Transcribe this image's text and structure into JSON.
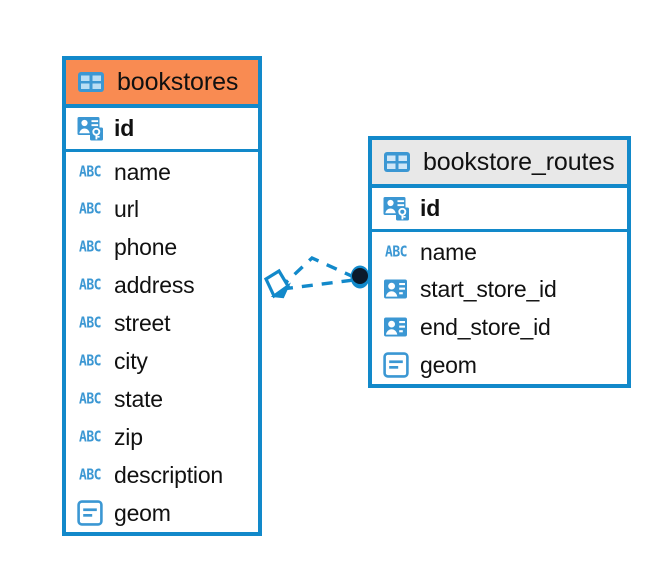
{
  "diagram": {
    "type": "entity-relationship-diagram",
    "background": "#FFFFFF",
    "colors": {
      "border": "#1289CA",
      "icon_blue": "#3B97D3",
      "header_accent_orange": "#F98B52",
      "header_accent_gray": "#E8E8E8",
      "text": "#111111",
      "connector": "#1289CA",
      "connector_endpoint_fill": "#0B1A2B"
    },
    "entities": [
      {
        "name": "bookstores",
        "header_style": "accent-orange",
        "header_icon": "table-grid-icon",
        "fields": [
          {
            "label": "id",
            "icon": "primary-key-badge-icon",
            "key": "primary"
          },
          {
            "label": "name",
            "icon": "abc-text-icon",
            "key": "none"
          },
          {
            "label": "url",
            "icon": "abc-text-icon",
            "key": "none"
          },
          {
            "label": "phone",
            "icon": "abc-text-icon",
            "key": "none"
          },
          {
            "label": "address",
            "icon": "abc-text-icon",
            "key": "none"
          },
          {
            "label": "street",
            "icon": "abc-text-icon",
            "key": "none"
          },
          {
            "label": "city",
            "icon": "abc-text-icon",
            "key": "none"
          },
          {
            "label": "state",
            "icon": "abc-text-icon",
            "key": "none"
          },
          {
            "label": "zip",
            "icon": "abc-text-icon",
            "key": "none"
          },
          {
            "label": "description",
            "icon": "abc-text-icon",
            "key": "none"
          },
          {
            "label": "geom",
            "icon": "geometry-icon",
            "key": "none"
          }
        ]
      },
      {
        "name": "bookstore_routes",
        "header_style": "accent-gray",
        "header_icon": "table-grid-icon",
        "fields": [
          {
            "label": "id",
            "icon": "primary-key-badge-icon",
            "key": "primary"
          },
          {
            "label": "name",
            "icon": "abc-text-icon",
            "key": "none"
          },
          {
            "label": "start_store_id",
            "icon": "foreign-key-badge-icon",
            "key": "foreign"
          },
          {
            "label": "end_store_id",
            "icon": "foreign-key-badge-icon",
            "key": "foreign"
          },
          {
            "label": "geom",
            "icon": "geometry-icon",
            "key": "none"
          }
        ]
      }
    ],
    "relationships": [
      {
        "from_entity": "bookstores",
        "to_entity": "bookstore_routes",
        "style": "dashed",
        "source_marker": "hollow-diamond",
        "target_marker": "filled-circle",
        "path": "peaked"
      },
      {
        "from_entity": "bookstores",
        "to_entity": "bookstore_routes",
        "style": "dashed",
        "source_marker": "hollow-diamond",
        "target_marker": "filled-circle",
        "path": "straight"
      }
    ]
  }
}
